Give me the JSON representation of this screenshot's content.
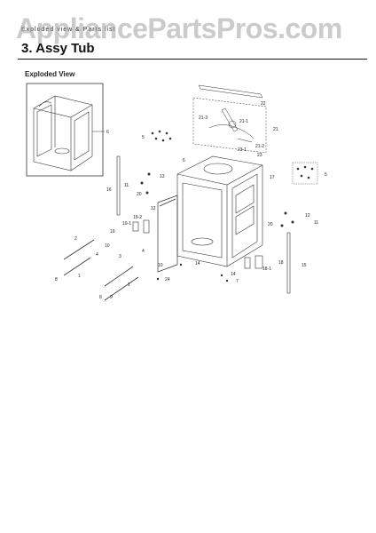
{
  "header": {
    "section_label": "Exploded view & Parts list",
    "watermark": "AppliancePartsPros.com",
    "title": "3.  Assy Tub",
    "subtitle": "Exploded View"
  },
  "callouts": {
    "inset_6": "6",
    "n22": "22",
    "n21_3": "21-3",
    "n21_1": "21-1",
    "n21": "21",
    "n21_2": "21-2",
    "n5_left": "5",
    "n6_mid": "6",
    "n23_1": "23-1",
    "n23": "23",
    "n17": "17",
    "n5_right": "5",
    "n16": "16",
    "n13_left": "13",
    "n11_left": "11",
    "n20_left": "20",
    "n12_left": "12",
    "n19_1": "19-1",
    "n19_2": "19-2",
    "n19": "19",
    "n2": "2",
    "n10": "10",
    "n4": "4",
    "n8": "8",
    "n1": "1",
    "n3": "3",
    "n4b": "4",
    "n10b": "10",
    "n8b": "8",
    "n9": "9",
    "n1b": "1",
    "n14": "14",
    "n24": "24",
    "n14b": "14",
    "n7": "7",
    "n20_right": "20",
    "n12_right": "12",
    "n11_right": "11",
    "n18": "18",
    "n18_1": "18-1",
    "n15": "15"
  }
}
